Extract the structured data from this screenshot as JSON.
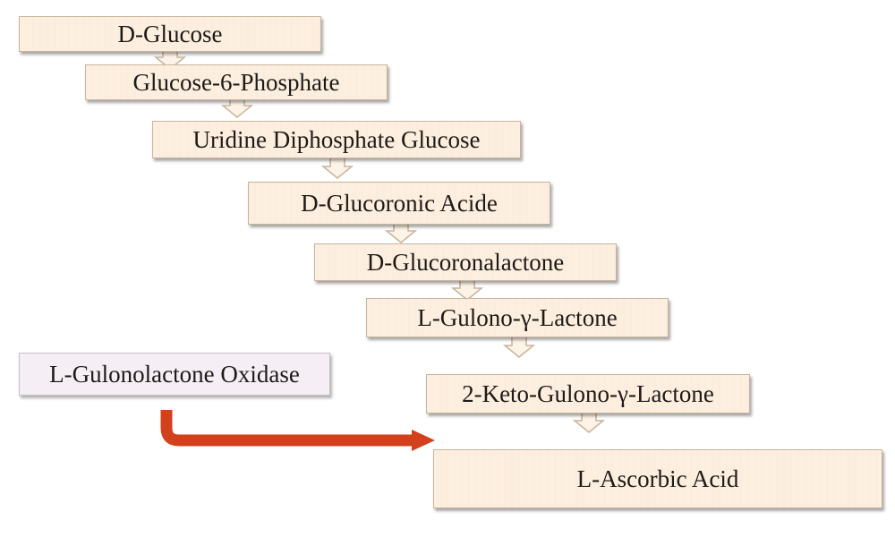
{
  "pathway": {
    "steps": [
      "D-Glucose",
      "Glucose-6-Phosphate",
      "Uridine Diphosphate Glucose",
      "D-Glucoronic Acide",
      "D-Glucoronalactone",
      "L-Gulono-γ-Lactone",
      "2-Keto-Gulono-γ-Lactone",
      "L-Ascorbic Acid"
    ],
    "enzyme": "L-Gulonolactone Oxidase"
  },
  "colors": {
    "step_fill": "#fdefe0",
    "enzyme_fill": "#f6eef5",
    "pointer_arrow": "#d2401c",
    "flow_arrow_fill": "#fdf3e6",
    "flow_arrow_stroke": "#c9b49c"
  }
}
